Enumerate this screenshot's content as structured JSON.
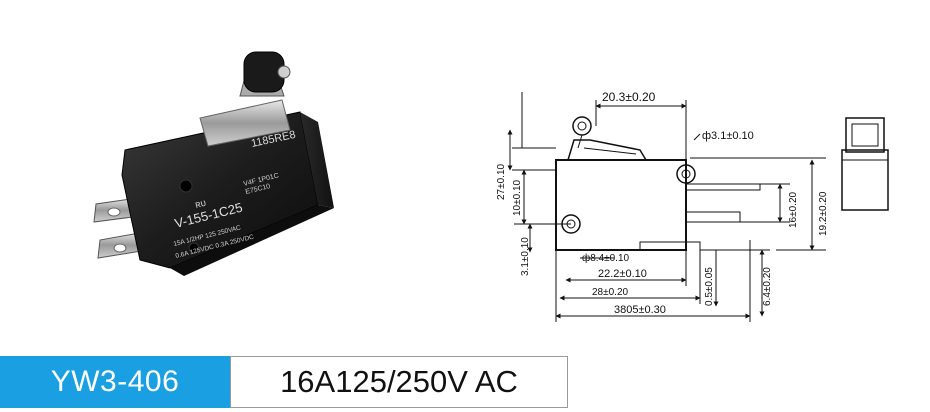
{
  "product": {
    "model": "YW3-406",
    "rating": "16A125/250V AC"
  },
  "switch_body": {
    "code": "1185RE8",
    "model_marking": "V-155-1C25",
    "cert_line1": "V4F 1P01C",
    "cert_line2": "E75C10",
    "rating_line1": "15A 1/2HP 125 250VAC",
    "rating_line2": "0.6A 125VDC 0.3A 250VDC"
  },
  "dimensions": {
    "top_width": "20.3±0.20",
    "hole_top": "ф3.1±0.10",
    "height_27": "27±0.10",
    "height_10": "10±0.10",
    "lever_3_1": "3.1±0.10",
    "hole_bottom": "ф8.4±0.10",
    "pitch_22": "22.2±0.10",
    "width_28": "28±0.20",
    "overall": "3805±0.30",
    "dim_05": "0.5±0.05",
    "dim_64": "6.4±0.20",
    "dim_16": "16±0.20",
    "dim_192": "19.2±0.20"
  },
  "colors": {
    "accent": "#1aa0e2",
    "line": "#111111"
  }
}
